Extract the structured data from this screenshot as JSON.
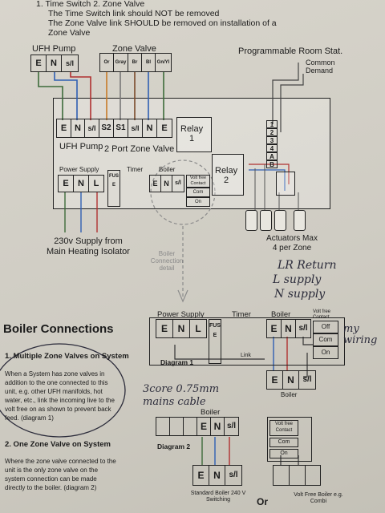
{
  "header": {
    "list_line": "1. Time Switch   2. Zone Valve",
    "note1": "The Time Switch link should NOT be removed",
    "note2": "The Zone Valve link SHOULD be removed on installation of a",
    "note3": "Zone Valve"
  },
  "top_diagram": {
    "ufh_pump_label": "UFH Pump",
    "ufh_pump_terms": [
      "E",
      "N",
      "s/l"
    ],
    "zone_valve_label": "Zone Valve",
    "zone_valve_terms": [
      "Or",
      "Gray",
      "Br",
      "Bl",
      "Gn/Yl"
    ],
    "room_stat_label": "Programmable Room Stat.",
    "common_label": "Common",
    "demand_label": "Demand",
    "board_terms": [
      "E",
      "N",
      "s/l",
      "S2",
      "S1",
      "s/l",
      "N",
      "E"
    ],
    "board_ufh_label": "UFH Pump",
    "board_zone_label": "2 Port Zone Valve",
    "relay1": "Relay\n1",
    "relay2": "Relay\n2",
    "power_supply_label": "Power Supply",
    "timer_label": "Timer",
    "boiler_label": "Boiler",
    "power_terms": [
      "E",
      "N",
      "L"
    ],
    "fuse_label": "FUSE",
    "boiler_terms": [
      "E",
      "N",
      "s/l"
    ],
    "volt_free_label": "Volt free Contact",
    "com_label": "Com",
    "on_label": "On",
    "stat_terms": [
      "1",
      "2",
      "3",
      "4",
      "A",
      "B"
    ],
    "supply_label": "230v Supply from Main Heating Isolator",
    "actuators_label": "Actuators Max 4 per Zone",
    "boiler_connection_detail": "Boiler Connection detail",
    "hand_notes": [
      "LR Return",
      "L supply",
      "N supply"
    ]
  },
  "boiler_connections": {
    "title": "Boiler Connections",
    "section1_title": "1. Multiple Zone Valves on System",
    "section1_text": "When a System has zone valves in addition to the one connected to this unit, e.g. other UFH manifolds, hot water, etc., link the incoming live to the volt free on as shown to prevent back feed. (diagram 1)",
    "section2_title": "2. One Zone Valve on System",
    "section2_text": "Where the zone valve connected to the unit is the only zone valve on the system connection can be made directly to the boiler. (diagram 2)",
    "diagram1_label": "Diagram 1",
    "diagram2_label": "Diagram 2",
    "power_supply": "Power Supply",
    "timer": "Timer",
    "boiler": "Boiler",
    "volt_free_contact": "Volt free Contact",
    "off": "Off",
    "com": "Com",
    "on": "On",
    "link": "Link",
    "power_terms": [
      "E",
      "N",
      "L"
    ],
    "boiler_terms": [
      "E",
      "N",
      "s/l"
    ],
    "fuse": "FUSE",
    "standard_boiler": "Standard Boiler 240 V Switching",
    "or": "Or",
    "volt_free_boiler": "Volt Free Boiler e.g. Combi",
    "hand_my_wiring": "my wiring",
    "hand_cable": "3core 0.75mm mains cable"
  }
}
